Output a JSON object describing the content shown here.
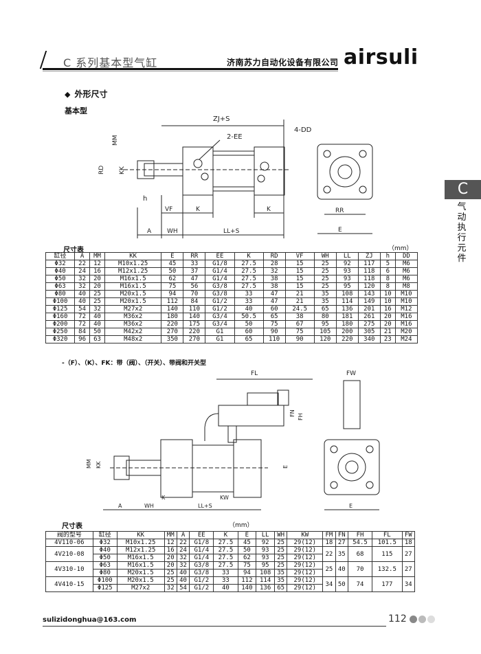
{
  "header": {
    "series_title": "C 系列基本型气缸",
    "company": "济南苏力自动化设备有限公司",
    "brand": "airsuli"
  },
  "side_tab": {
    "letter": "C",
    "text": "气动执行元件"
  },
  "section": {
    "title": "外形尺寸",
    "subtitle": "基本型"
  },
  "drawing1": {
    "labels": [
      "ZJ+S",
      "2-EE",
      "4-DD",
      "MM",
      "RD",
      "KK",
      "h",
      "VF",
      "K",
      "K",
      "A",
      "WH",
      "LL+S",
      "RR",
      "E"
    ]
  },
  "table1": {
    "title": "尺寸表",
    "unit": "（mm）",
    "headers": [
      "缸径",
      "A",
      "MM",
      "KK",
      "E",
      "RR",
      "EE",
      "K",
      "RD",
      "VF",
      "WH",
      "LL",
      "ZJ",
      "h",
      "DD"
    ],
    "rows": [
      [
        "Φ32",
        "22",
        "12",
        "M10x1.25",
        "45",
        "33",
        "G1/8",
        "27.5",
        "28",
        "15",
        "25",
        "92",
        "117",
        "5",
        "M6"
      ],
      [
        "Φ40",
        "24",
        "16",
        "M12x1.25",
        "50",
        "37",
        "G1/4",
        "27.5",
        "32",
        "15",
        "25",
        "93",
        "118",
        "6",
        "M6"
      ],
      [
        "Φ50",
        "32",
        "20",
        "M16x1.5",
        "62",
        "47",
        "G1/4",
        "27.5",
        "38",
        "15",
        "25",
        "93",
        "118",
        "8",
        "M6"
      ],
      [
        "Φ63",
        "32",
        "20",
        "M16x1.5",
        "75",
        "56",
        "G3/8",
        "27.5",
        "38",
        "15",
        "25",
        "95",
        "120",
        "8",
        "M8"
      ],
      [
        "Φ80",
        "40",
        "25",
        "M20x1.5",
        "94",
        "70",
        "G3/8",
        "33",
        "47",
        "21",
        "35",
        "108",
        "143",
        "10",
        "M10"
      ],
      [
        "Φ100",
        "40",
        "25",
        "M20x1.5",
        "112",
        "84",
        "G1/2",
        "33",
        "47",
        "21",
        "35",
        "114",
        "149",
        "10",
        "M10"
      ],
      [
        "Φ125",
        "54",
        "32",
        "M27x2",
        "140",
        "110",
        "G1/2",
        "40",
        "60",
        "24.5",
        "65",
        "136",
        "201",
        "16",
        "M12"
      ],
      [
        "Φ160",
        "72",
        "40",
        "M36x2",
        "180",
        "140",
        "G3/4",
        "50.5",
        "65",
        "38",
        "80",
        "181",
        "261",
        "20",
        "M16"
      ],
      [
        "Φ200",
        "72",
        "40",
        "M36x2",
        "220",
        "175",
        "G3/4",
        "50",
        "75",
        "67",
        "95",
        "180",
        "275",
        "20",
        "M16"
      ],
      [
        "Φ250",
        "84",
        "50",
        "M42x2",
        "270",
        "220",
        "G1",
        "60",
        "90",
        "75",
        "105",
        "200",
        "305",
        "21",
        "M20"
      ],
      [
        "Φ320",
        "96",
        "63",
        "M48x2",
        "350",
        "270",
        "G1",
        "65",
        "110",
        "90",
        "120",
        "220",
        "340",
        "23",
        "M24"
      ]
    ]
  },
  "subsection2": {
    "title": "-（F）、（K）、FK：带（阀）、（开关）、带阀和开关型"
  },
  "drawing2": {
    "labels": [
      "FL",
      "FW",
      "FN",
      "FH",
      "MM",
      "KK",
      "A",
      "WH",
      "K",
      "KW",
      "LL+S",
      "E",
      "E"
    ]
  },
  "table2": {
    "title": "尺寸表",
    "unit": "（mm）",
    "headers": [
      "阀的型号",
      "缸径",
      "KK",
      "MM",
      "A",
      "EE",
      "K",
      "E",
      "LL",
      "WH",
      "KW",
      "FM",
      "FN",
      "FH",
      "FL",
      "FW"
    ],
    "rows": [
      [
        "4V110-06",
        "Φ32",
        "M10x1.25",
        "12",
        "22",
        "G1/8",
        "27.5",
        "45",
        "92",
        "25",
        "29(12)",
        "18",
        "27",
        "54.5",
        "101.5",
        "18"
      ],
      [
        "4V210-08",
        "Φ40",
        "M12x1.25",
        "16",
        "24",
        "G1/4",
        "27.5",
        "50",
        "93",
        "25",
        "29(12)",
        "22",
        "35",
        "68",
        "115",
        "27"
      ],
      [
        "",
        "Φ50",
        "M16x1.5",
        "20",
        "32",
        "G1/4",
        "27.5",
        "62",
        "93",
        "25",
        "29(12)",
        "",
        "",
        "",
        "",
        ""
      ],
      [
        "4V310-10",
        "Φ63",
        "M16x1.5",
        "20",
        "32",
        "G3/8",
        "27.5",
        "75",
        "95",
        "25",
        "29(12)",
        "25",
        "40",
        "70",
        "132.5",
        "27"
      ],
      [
        "",
        "Φ80",
        "M20x1.5",
        "25",
        "40",
        "G3/8",
        "33",
        "94",
        "108",
        "35",
        "29(12)",
        "",
        "",
        "",
        "",
        ""
      ],
      [
        "4V410-15",
        "Φ100",
        "M20x1.5",
        "25",
        "40",
        "G1/2",
        "33",
        "112",
        "114",
        "35",
        "29(12)",
        "34",
        "50",
        "74",
        "177",
        "34"
      ],
      [
        "",
        "Φ125",
        "M27x2",
        "32",
        "54",
        "G1/2",
        "40",
        "140",
        "136",
        "65",
        "29(12)",
        "",
        "",
        "",
        "",
        ""
      ]
    ]
  },
  "footer": {
    "email": "sulizidonghua@163.com",
    "page": "112"
  }
}
